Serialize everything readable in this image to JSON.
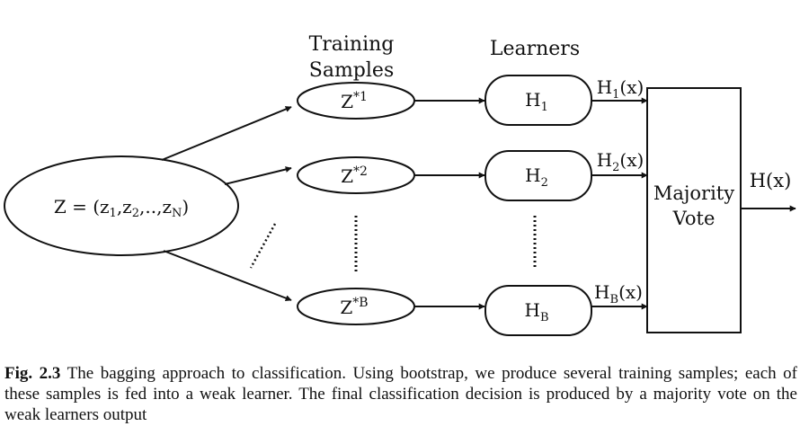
{
  "diagram": {
    "headers": {
      "training_line1": "Training",
      "training_line2": "Samples",
      "learners": "Learners"
    },
    "source": {
      "label_prefix": "Z = (z",
      "sub1": "1",
      "sep1": ",z",
      "sub2": "2",
      "sep2": ",..,z",
      "subN": "N",
      "label_suffix": ")"
    },
    "samples": [
      {
        "base": "Z",
        "sup": "*1"
      },
      {
        "base": "Z",
        "sup": "*2"
      },
      {
        "base": "Z",
        "sup": "*B"
      }
    ],
    "learners": [
      {
        "base": "H",
        "sub": "1"
      },
      {
        "base": "H",
        "sub": "2"
      },
      {
        "base": "H",
        "sub": "B"
      }
    ],
    "outputs": [
      {
        "base": "H",
        "sub": "1",
        "arg": "(x)"
      },
      {
        "base": "H",
        "sub": "2",
        "arg": "(x)"
      },
      {
        "base": "H",
        "sub": "B",
        "arg": "(x)"
      }
    ],
    "vote": {
      "line1": "Majority",
      "line2": "Vote"
    },
    "final_output": "H(x)"
  },
  "caption": {
    "label": "Fig. 2.3",
    "text": "The bagging approach to classification. Using bootstrap, we produce several training samples; each of these samples is fed into a weak learner. The final classification decision is produced by a majority vote on the weak learners output"
  }
}
